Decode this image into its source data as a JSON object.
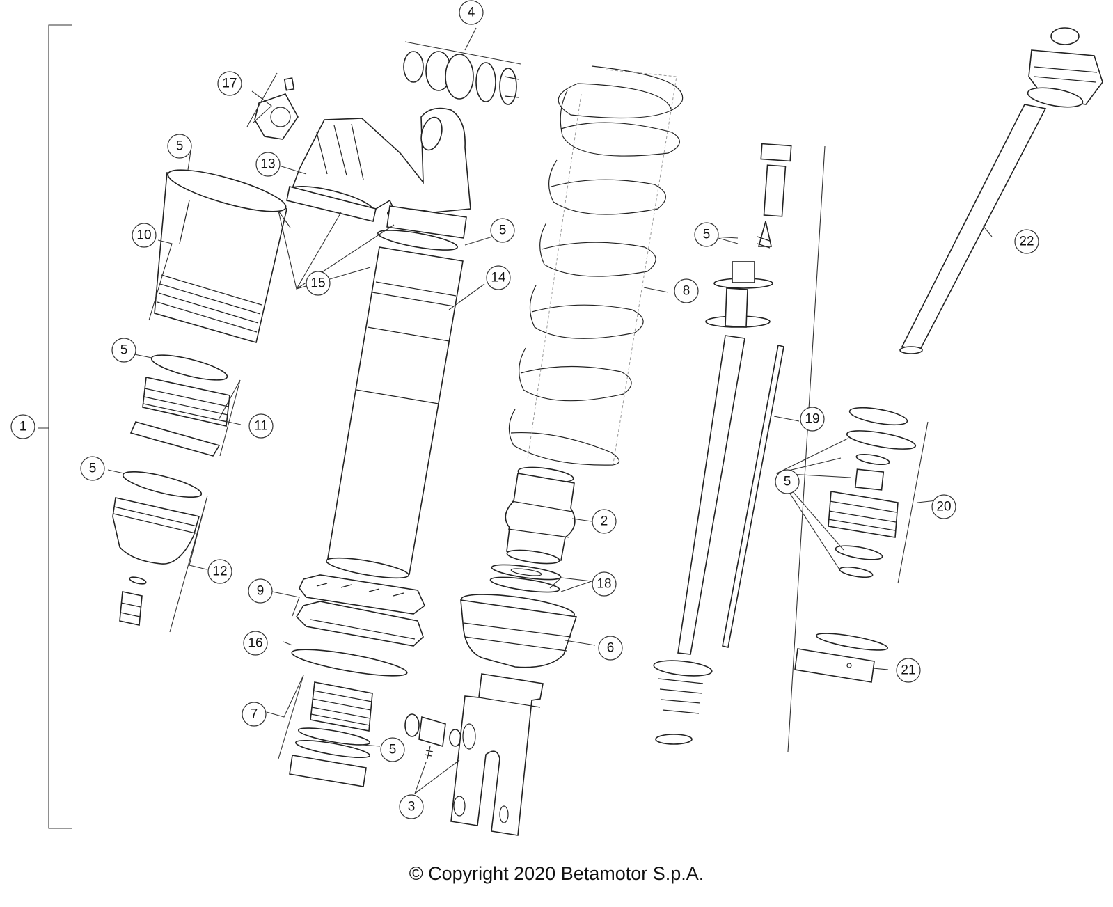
{
  "callouts": [
    {
      "id": "1",
      "label": "1"
    },
    {
      "id": "2",
      "label": "2"
    },
    {
      "id": "3",
      "label": "3"
    },
    {
      "id": "4",
      "label": "4"
    },
    {
      "id": "5a",
      "label": "5"
    },
    {
      "id": "5b",
      "label": "5"
    },
    {
      "id": "5c",
      "label": "5"
    },
    {
      "id": "5d",
      "label": "5"
    },
    {
      "id": "5e",
      "label": "5"
    },
    {
      "id": "5f",
      "label": "5"
    },
    {
      "id": "5g",
      "label": "5"
    },
    {
      "id": "6",
      "label": "6"
    },
    {
      "id": "7",
      "label": "7"
    },
    {
      "id": "8",
      "label": "8"
    },
    {
      "id": "9",
      "label": "9"
    },
    {
      "id": "10",
      "label": "10"
    },
    {
      "id": "11",
      "label": "11"
    },
    {
      "id": "12",
      "label": "12"
    },
    {
      "id": "13",
      "label": "13"
    },
    {
      "id": "14",
      "label": "14"
    },
    {
      "id": "15",
      "label": "15"
    },
    {
      "id": "16",
      "label": "16"
    },
    {
      "id": "17",
      "label": "17"
    },
    {
      "id": "18",
      "label": "18"
    },
    {
      "id": "19",
      "label": "19"
    },
    {
      "id": "20",
      "label": "20"
    },
    {
      "id": "21",
      "label": "21"
    },
    {
      "id": "22",
      "label": "22"
    }
  ],
  "footer": {
    "copyright": "© Copyright 2020 Betamotor S.p.A."
  }
}
